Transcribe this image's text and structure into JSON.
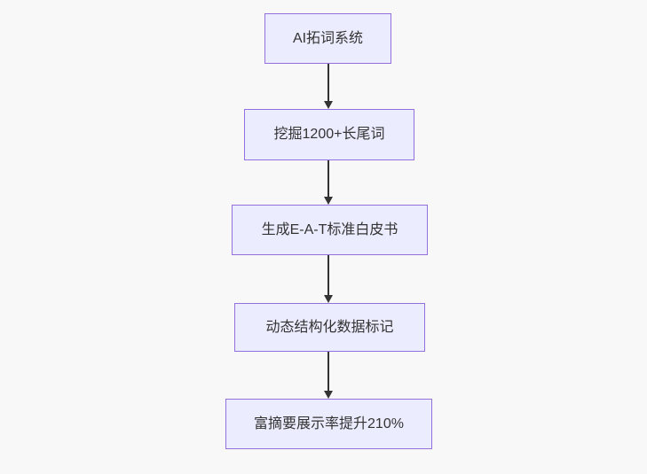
{
  "diagram": {
    "type": "flowchart",
    "direction": "top-down",
    "nodes": [
      {
        "id": "n1",
        "label": "AI拓词系统"
      },
      {
        "id": "n2",
        "label": "挖掘1200+长尾词"
      },
      {
        "id": "n3",
        "label": "生成E-A-T标准白皮书"
      },
      {
        "id": "n4",
        "label": "动态结构化数据标记"
      },
      {
        "id": "n5",
        "label": "富摘要展示率提升210%"
      }
    ],
    "edges": [
      {
        "from": "n1",
        "to": "n2"
      },
      {
        "from": "n2",
        "to": "n3"
      },
      {
        "from": "n3",
        "to": "n4"
      },
      {
        "from": "n4",
        "to": "n5"
      }
    ],
    "colors": {
      "background": "#f8f8f8",
      "node_fill": "#ECECFF",
      "node_border": "#9370DB",
      "arrow": "#333333",
      "text": "#333333"
    }
  }
}
